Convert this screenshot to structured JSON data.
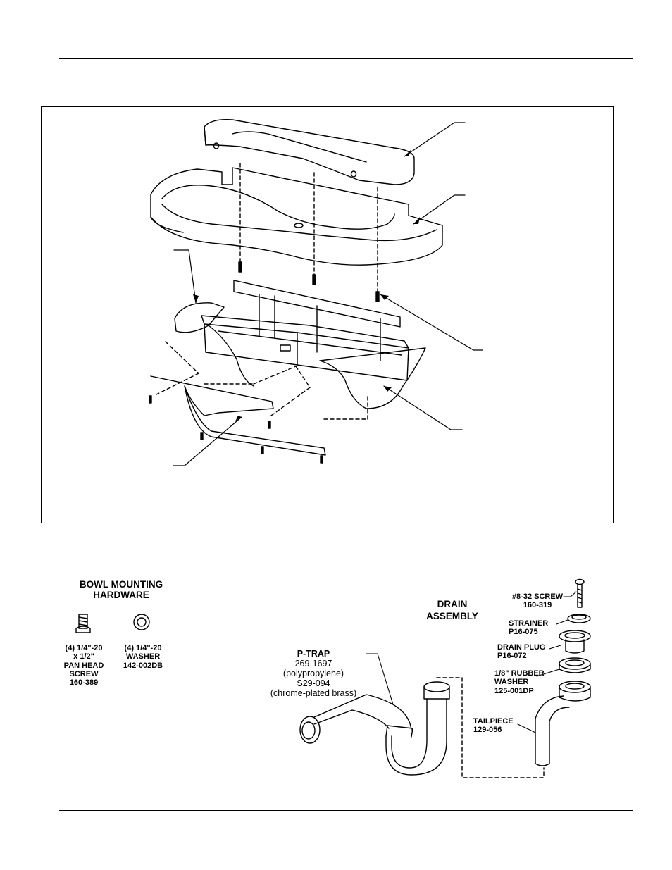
{
  "hardware": {
    "title_line1": "BOWL MOUNTING",
    "title_line2": "HARDWARE",
    "screw": [
      "(4) 1/4\"-20",
      "x 1/2\"",
      "PAN HEAD",
      "SCREW",
      "160-389"
    ],
    "washer": [
      "(4) 1/4\"-20",
      "WASHER",
      "142-002DB"
    ]
  },
  "drain": {
    "title_line1": "DRAIN",
    "title_line2": "ASSEMBLY",
    "screw": [
      "#8-32 SCREW",
      "160-319"
    ],
    "strainer": [
      "STRAINER",
      "P16-075"
    ],
    "plug": [
      "DRAIN PLUG",
      "P16-072"
    ],
    "rubber_washer": [
      "1/8\" RUBBER",
      "WASHER",
      "125-001DP"
    ],
    "tailpiece": [
      "TAILPIECE",
      "129-056"
    ],
    "ptrap": [
      "P-TRAP",
      "269-1697",
      "(polypropylene)",
      "S29-094",
      "(chrome-plated brass)"
    ]
  }
}
